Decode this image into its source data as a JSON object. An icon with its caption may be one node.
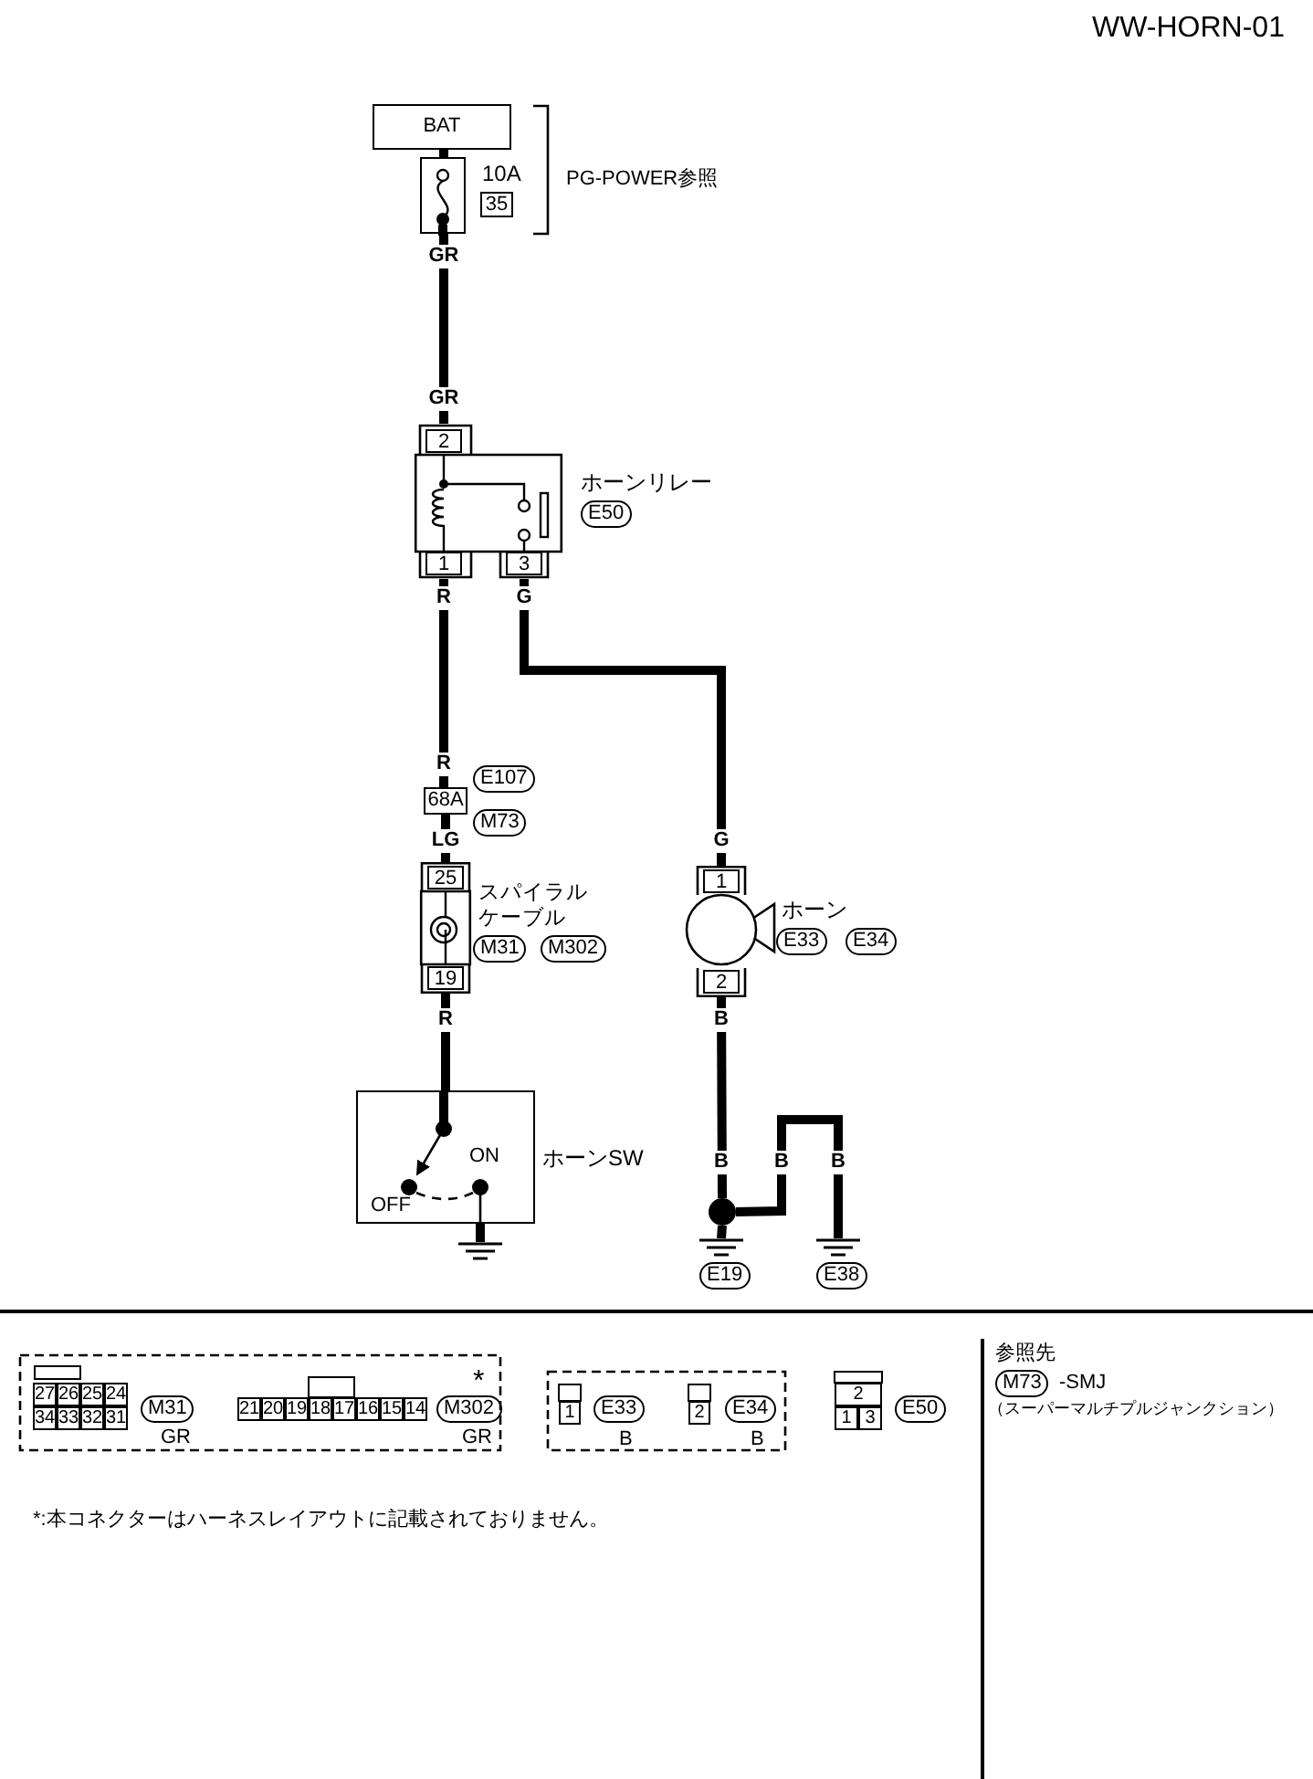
{
  "diagram": {
    "title": "WW-HORN-01",
    "nodes": [
      {
        "text": [
          "BAT"
        ]
      },
      {
        "text": [],
        "shape": "fuse",
        "beside": [
          "10A",
          "35"
        ]
      },
      {
        "text": [
          "2",
          "1",
          "3"
        ],
        "beside": [
          "ホーンリレー",
          "E50"
        ]
      },
      {
        "text": [
          "68A"
        ],
        "beside": [
          "E107",
          "M73"
        ]
      },
      {
        "text": [
          "25",
          "19"
        ],
        "beside": [
          "スパイラルケーブル",
          "M31",
          "M302"
        ]
      },
      {
        "text": [
          "1",
          "2"
        ],
        "beside": [
          "ホーン",
          "E33",
          "E34"
        ]
      },
      {
        "text": [
          "ON",
          "OFF"
        ],
        "beside": [
          "ホーンSW"
        ]
      },
      {
        "text": [],
        "shape": "circle"
      },
      {
        "text": [],
        "shape": "ground",
        "beside": [
          "E19"
        ]
      },
      {
        "text": [],
        "shape": "ground",
        "beside": [
          "E38"
        ]
      },
      {
        "text": [],
        "shape": "ground"
      }
    ],
    "edges": [
      {
        "from": 0,
        "to": 1,
        "arrow": "none"
      },
      {
        "from": 1,
        "to": 2,
        "arrow": "none",
        "label": "GR"
      },
      {
        "from": 2,
        "to": 3,
        "arrow": "none",
        "label": "R"
      },
      {
        "from": 3,
        "to": 4,
        "arrow": "none",
        "label": "LG"
      },
      {
        "from": 4,
        "to": 6,
        "arrow": "none",
        "label": "R"
      },
      {
        "from": 2,
        "to": 5,
        "arrow": "none",
        "label": "G"
      },
      {
        "from": 5,
        "to": 7,
        "arrow": "none",
        "label": "B"
      },
      {
        "from": 7,
        "to": 8,
        "arrow": "none"
      },
      {
        "from": 7,
        "to": 9,
        "arrow": "none",
        "label": "B"
      },
      {
        "from": 6,
        "to": 10,
        "arrow": "none"
      }
    ],
    "labels": [
      "PG-POWER参照",
      "GR",
      "R",
      "G",
      "B",
      "B",
      "27",
      "26",
      "25",
      "24",
      "34",
      "33",
      "32",
      "31",
      "M31",
      "GR",
      "21",
      "20",
      "19",
      "18",
      "17",
      "16",
      "15",
      "14",
      "M302",
      "*",
      "GR",
      "1",
      "E33",
      "B",
      "2",
      "E34",
      "B",
      "2",
      "1",
      "3",
      "E50",
      "*:本コネクターはハーネスレイアウトに記載されておりません。",
      "参照先",
      "M73",
      "-SMJ",
      "（スーパーマルチプルジャンクション）"
    ]
  }
}
